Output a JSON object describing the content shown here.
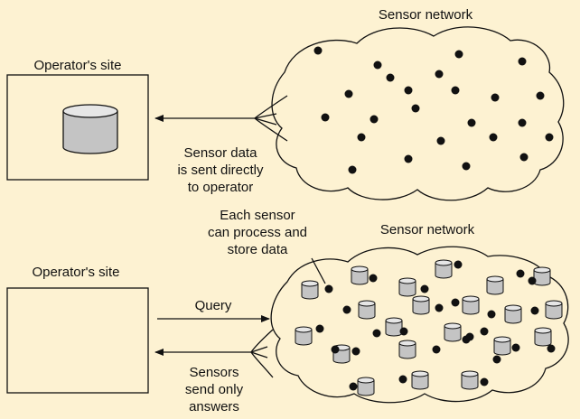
{
  "colors": {
    "background": "#fdf2d2",
    "stroke": "#111111",
    "cylinder_fill": "#c4c4c4",
    "cylinder_top": "#e6e6e6",
    "sensor_dot": "#111111"
  },
  "top": {
    "network_title": "Sensor network",
    "site_title": "Operator's site",
    "caption": [
      "Sensor data",
      "is sent directly",
      "to operator"
    ]
  },
  "bottom": {
    "network_title": "Sensor network",
    "site_title": "Operator's site",
    "callout": [
      "Each sensor",
      "can process and",
      "store data"
    ],
    "query_label": "Query",
    "answer_label": [
      "Sensors",
      "send only",
      "answers"
    ]
  }
}
